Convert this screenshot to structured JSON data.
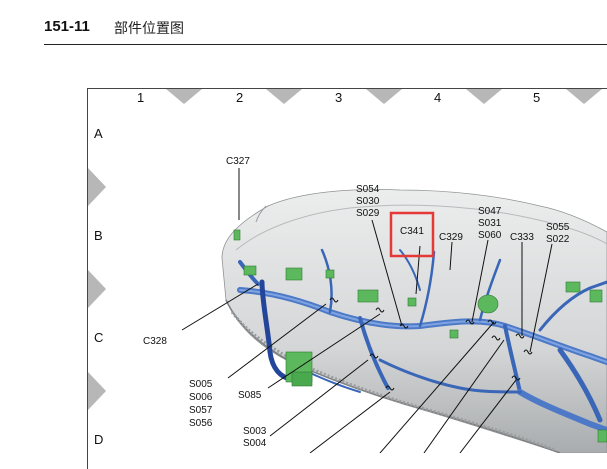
{
  "header": {
    "page_number": "151-11",
    "title": "部件位置图"
  },
  "grid": {
    "columns": [
      "1",
      "2",
      "3",
      "4",
      "5"
    ],
    "rows": [
      "A",
      "B",
      "C",
      "D"
    ]
  },
  "callouts": {
    "c327": "C327",
    "c328": "C328",
    "s054": "S054",
    "s030": "S030",
    "s029": "S029",
    "c341": "C341",
    "c329": "C329",
    "s047": "S047",
    "s031": "S031",
    "s060": "S060",
    "c333": "C333",
    "s055": "S055",
    "s022": "S022",
    "s005": "S005",
    "s006": "S006",
    "s057": "S057",
    "s056": "S056",
    "s085": "S085",
    "s003": "S003",
    "s004": "S004"
  },
  "colors": {
    "highlight": "#e53935",
    "harness": "#3a66b8",
    "connector": "#5cb85c",
    "dash": "#d9dadb",
    "grid_marker": "#b7b7b7"
  }
}
